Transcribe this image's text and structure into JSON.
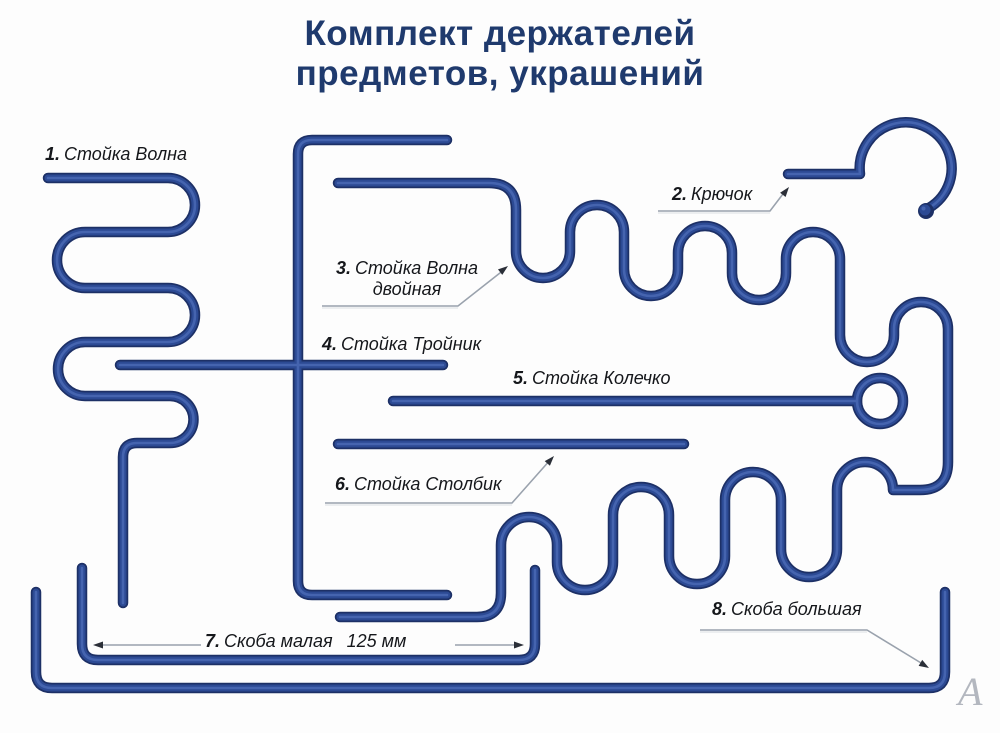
{
  "title": {
    "line1": "Комплект держателей",
    "line2": "предметов, украшений"
  },
  "items": [
    {
      "num": "1.",
      "name": "Стойка Волна"
    },
    {
      "num": "2.",
      "name": "Крючок"
    },
    {
      "num": "3.",
      "name": "Стойка Волна",
      "name2": "двойная"
    },
    {
      "num": "4.",
      "name": "Стойка Тройник"
    },
    {
      "num": "5.",
      "name": "Стойка Колечко"
    },
    {
      "num": "6.",
      "name": "Стойка Столбик"
    },
    {
      "num": "7.",
      "name": "Скоба малая",
      "size": "125 мм"
    },
    {
      "num": "8.",
      "name": "Скоба большая"
    }
  ],
  "watermark": "А",
  "colors": {
    "wire_dark": "#1d3066",
    "wire_mid": "#2c4a94",
    "wire_light": "#4a69b4",
    "title_text": "#1f3a6d",
    "label_text": "#15171b",
    "leader_line": "#9aa2ad",
    "arrow": "#2b2f38"
  }
}
